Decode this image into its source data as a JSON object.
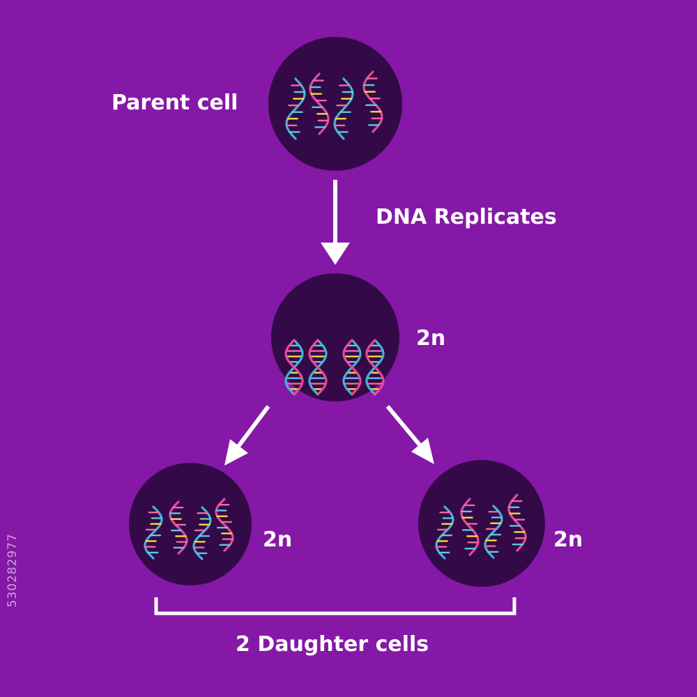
{
  "labels": {
    "parent_cell": "Parent cell",
    "dna_replicates": "DNA Replicates",
    "ploidy_middle": "2n",
    "ploidy_left": "2n",
    "ploidy_right": "2n",
    "daughter_cells": "2 Daughter cells"
  },
  "side_id": "530282977",
  "colors": {
    "background": "#8518a6",
    "cell": "#330a47",
    "strand_blue": "#43b3d6",
    "strand_pink": "#e64a9a",
    "rung_yellow": "#f5dd3d",
    "rung_pink": "#f06aa8",
    "rung_blue": "#5cc8e8",
    "arrow": "#ffffff"
  },
  "icons": [
    "dna-helix-icon",
    "arrow-icon"
  ]
}
